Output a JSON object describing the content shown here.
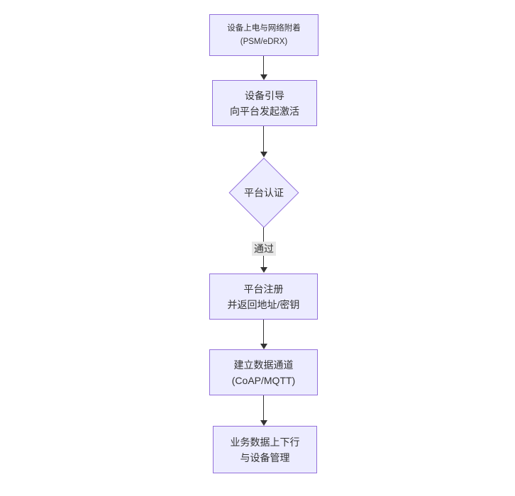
{
  "diagram": {
    "type": "flowchart",
    "direction": "top-down",
    "nodes": [
      {
        "id": "power-on",
        "shape": "rect",
        "line1": "设备上电与网络附着",
        "line2": "(PSM/eDRX)"
      },
      {
        "id": "bootstrap",
        "shape": "rect",
        "line1": "设备引导",
        "line2": "向平台发起激活"
      },
      {
        "id": "auth",
        "shape": "diamond",
        "line1": "平台认证",
        "line2": ""
      },
      {
        "id": "register",
        "shape": "rect",
        "line1": "平台注册",
        "line2": "并返回地址/密钥"
      },
      {
        "id": "channel",
        "shape": "rect",
        "line1": "建立数据通道",
        "line2": "(CoAP/MQTT)"
      },
      {
        "id": "business",
        "shape": "rect",
        "line1": "业务数据上下行",
        "line2": "与设备管理"
      }
    ],
    "edges": [
      {
        "from": "power-on",
        "to": "bootstrap",
        "label": ""
      },
      {
        "from": "bootstrap",
        "to": "auth",
        "label": ""
      },
      {
        "from": "auth",
        "to": "register",
        "label": "通过"
      },
      {
        "from": "register",
        "to": "channel",
        "label": ""
      },
      {
        "from": "channel",
        "to": "business",
        "label": ""
      }
    ],
    "edge_labels": {
      "auth_pass": "通过"
    },
    "colors": {
      "node_fill": "#ECECFF",
      "node_border": "#9370DB",
      "text_color": "#333333",
      "edge_color": "#333333",
      "label_bg": "#e8e8e8",
      "canvas_bg": "#ffffff"
    }
  }
}
